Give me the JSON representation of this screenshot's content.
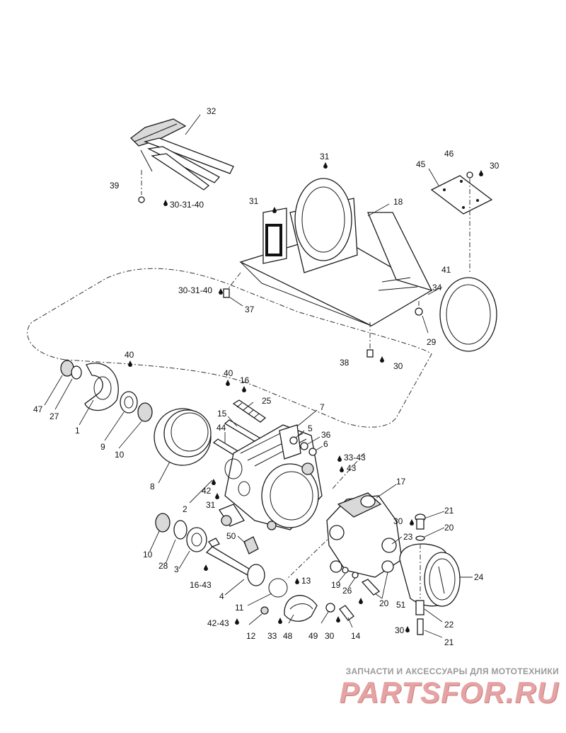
{
  "callouts": {
    "c32": "32",
    "c39": "39",
    "c30_31_40_top": "30-31-40",
    "c31_a": "31",
    "c31_b": "31",
    "c18": "18",
    "c45": "45",
    "c46": "46",
    "c30_top": "30",
    "c30_31_40_mid": "30-31-40",
    "c37": "37",
    "c41": "41",
    "c34": "34",
    "c29": "29",
    "c38": "38",
    "c30_mid": "30",
    "c40_a": "40",
    "c47": "47",
    "c27": "27",
    "c1": "1",
    "c9": "9",
    "c10_a": "10",
    "c8": "8",
    "c40_b": "40",
    "c16_a": "16",
    "c25": "25",
    "c15": "15",
    "c7": "7",
    "c44": "44",
    "c5": "5",
    "c36": "36",
    "c6": "6",
    "c33_43": "33-43",
    "c43": "43",
    "c17": "17",
    "c42": "42",
    "c31_c": "31",
    "c2": "2",
    "c21_a": "21",
    "c30_r": "30",
    "c20_a": "20",
    "c23": "23",
    "c50": "50",
    "c10_b": "10",
    "c28": "28",
    "c3": "3",
    "c16_43": "16-43",
    "c4": "4",
    "c19": "19",
    "c26": "26",
    "c24": "24",
    "c20_b": "20",
    "c51": "51",
    "c11": "11",
    "c13": "13",
    "c42_43": "42-43",
    "c12": "12",
    "c33": "33",
    "c48": "48",
    "c49": "49",
    "c30_b": "30",
    "c14": "14",
    "c22": "22",
    "c30_rb": "30",
    "c21_b": "21"
  },
  "watermark": {
    "tagline": "ЗАПЧАСТИ И АКСЕССУАРЫ ДЛЯ МОТОТЕХНИКИ",
    "logo": "PARTSFOR.RU"
  }
}
